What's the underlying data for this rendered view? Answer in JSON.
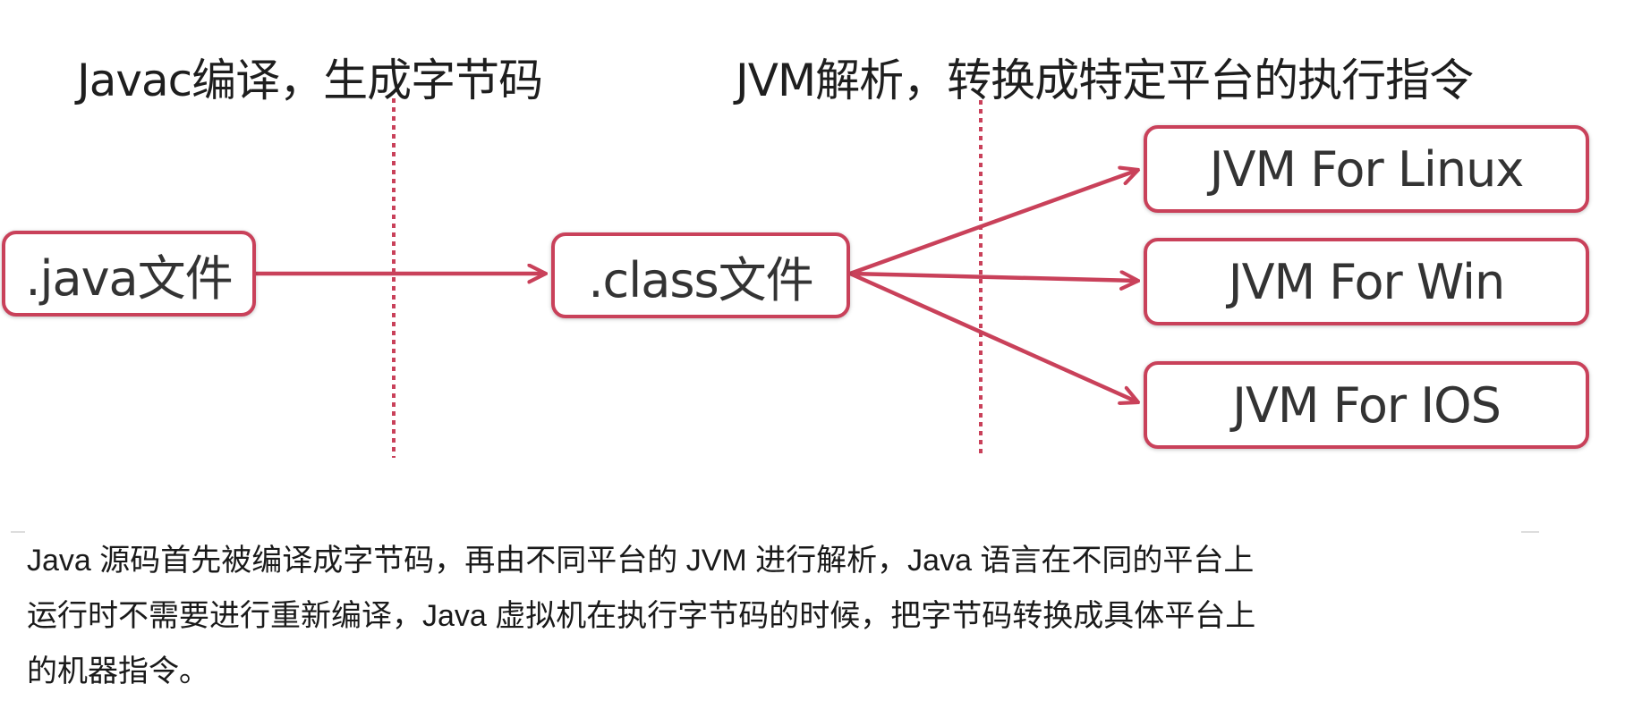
{
  "headings": {
    "compile_stage": "Javac编译，生成字节码",
    "interpret_stage": "JVM解析，转换成特定平台的执行指令"
  },
  "nodes": {
    "source": ".java文件",
    "bytecode": ".class文件",
    "targets": [
      {
        "label": "JVM For Linux"
      },
      {
        "label": "JVM For Win"
      },
      {
        "label": "JVM For IOS"
      }
    ]
  },
  "edges": [
    {
      "from": ".java文件",
      "to": ".class文件"
    },
    {
      "from": ".class文件",
      "to": "JVM For Linux"
    },
    {
      "from": ".class文件",
      "to": "JVM For Win"
    },
    {
      "from": ".class文件",
      "to": "JVM For IOS"
    }
  ],
  "colors": {
    "accent": "#c9415a",
    "divider": "#c9415a",
    "text": "#333333"
  },
  "caption": {
    "lines": [
      "Java 源码首先被编译成字节码，再由不同平台的 JVM 进行解析，Java 语言在不同的平台上",
      "运行时不需要进行重新编译，Java 虚拟机在执行字节码的时候，把字节码转换成具体平台上",
      "的机器指令。"
    ]
  }
}
